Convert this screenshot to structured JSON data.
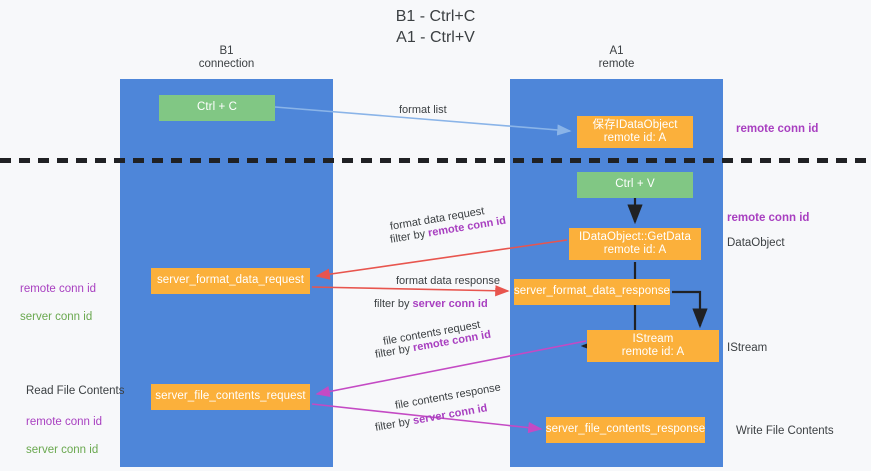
{
  "title": "B1 - Ctrl+C\nA1 - Ctrl+V",
  "lanes": [
    {
      "name": "b1",
      "heading": "B1\nconnection",
      "color": "#4e86d9"
    },
    {
      "name": "a1",
      "heading": "A1\nremote",
      "color": "#4e86d9"
    }
  ],
  "nodes": {
    "ctrl_c": "Ctrl + C",
    "idataobject": "保存IDataObject\nremote id: A",
    "ctrl_v": "Ctrl + V",
    "getdata": "IDataObject::GetData\nremote id: A",
    "server_format_data_request": "server_format_data_request",
    "server_format_data_response": "server_format_data_response",
    "istream": "IStream\nremote id: A",
    "server_file_contents_request": "server_file_contents_request",
    "server_file_contents_response": "server_file_contents_response"
  },
  "edge_labels": {
    "format_list": "format list",
    "format_data_request": "format data request",
    "format_data_request_filter_prefix": "filter by ",
    "format_data_request_filter_key": "remote conn id",
    "format_data_response": "format data response",
    "format_data_response_filter_prefix": "filter by ",
    "format_data_response_filter_key": "server conn id",
    "file_contents_request": "file contents request",
    "file_contents_request_filter_prefix": "filter by ",
    "file_contents_request_filter_key": "remote conn id",
    "file_contents_response": "file contents response",
    "file_contents_response_filter_prefix": "filter by ",
    "file_contents_response_filter_key": "server conn id"
  },
  "notes": {
    "remote_conn_id_top": "remote conn id",
    "remote_conn_id_mid": "remote conn id",
    "data_object": "DataObject",
    "istream": "IStream",
    "write_file_contents": "Write File Contents",
    "read_file_contents": "Read File Contents",
    "left_remote_conn_id": "remote conn id",
    "left_server_conn_id": "server conn id",
    "left_bottom_remote_conn_id": "remote conn id",
    "left_bottom_server_conn_id": "server conn id"
  },
  "colors": {
    "lane": "#4e86d9",
    "green_node": "#81c784",
    "orange_node": "#fbb03b",
    "purple_text": "#a83fc0",
    "green_text": "#6aa84f",
    "divider": "#202124",
    "arrow_blue": "#8ab4e8",
    "arrow_red": "#e8554e",
    "arrow_magenta": "#c44ac4",
    "arrow_black": "#202124"
  }
}
